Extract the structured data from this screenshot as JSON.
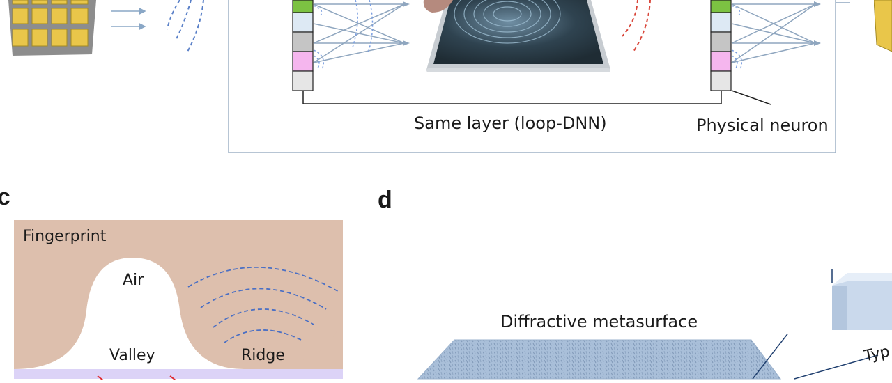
{
  "panel_b": {
    "loop_caption": "Same layer (loop-DNN)",
    "neuron_caption": "Physical neuron",
    "neuron_colors": [
      "#7cc242",
      "#dde9f4",
      "#c5c5c5",
      "#f5b6ee",
      "#e6e6e6"
    ]
  },
  "panel_c": {
    "letter": "c",
    "fingerprint_label": "Fingerprint",
    "air_label": "Air",
    "valley_label": "Valley",
    "ridge_label": "Ridge",
    "skin_color": "#ddbfad",
    "substrate_color": "#dcd3f7"
  },
  "panel_d": {
    "letter": "d",
    "metasurface_label": "Diffractive metasurface",
    "cutoff_label": "Typ",
    "metasurface_color": "#a9bfd9"
  }
}
